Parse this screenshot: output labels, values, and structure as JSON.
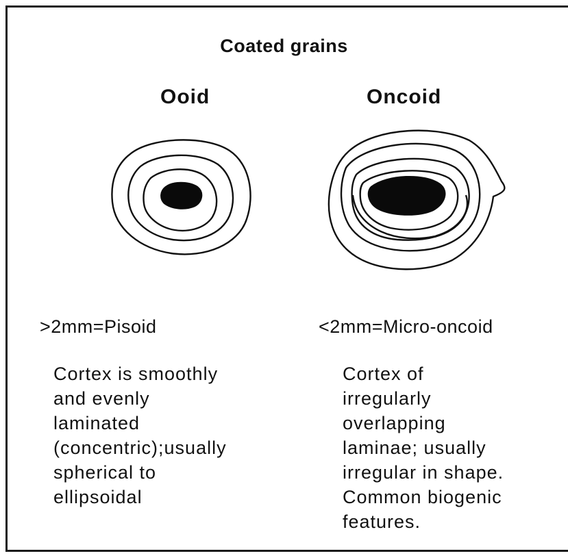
{
  "title": "Coated grains",
  "ooid": {
    "heading": "Ooid",
    "size_note": ">2mm=Pisoid",
    "description": "Cortex is smoothly\nand evenly\nlaminated\n(concentric);usually\nspherical to\nellipsoidal"
  },
  "oncoid": {
    "heading": "Oncoid",
    "size_note": "<2mm=Micro-oncoid",
    "description": "Cortex of\nirregularly\noverlapping\nlaminae; usually\nirregular in shape.\nCommon biogenic\nfeatures."
  }
}
